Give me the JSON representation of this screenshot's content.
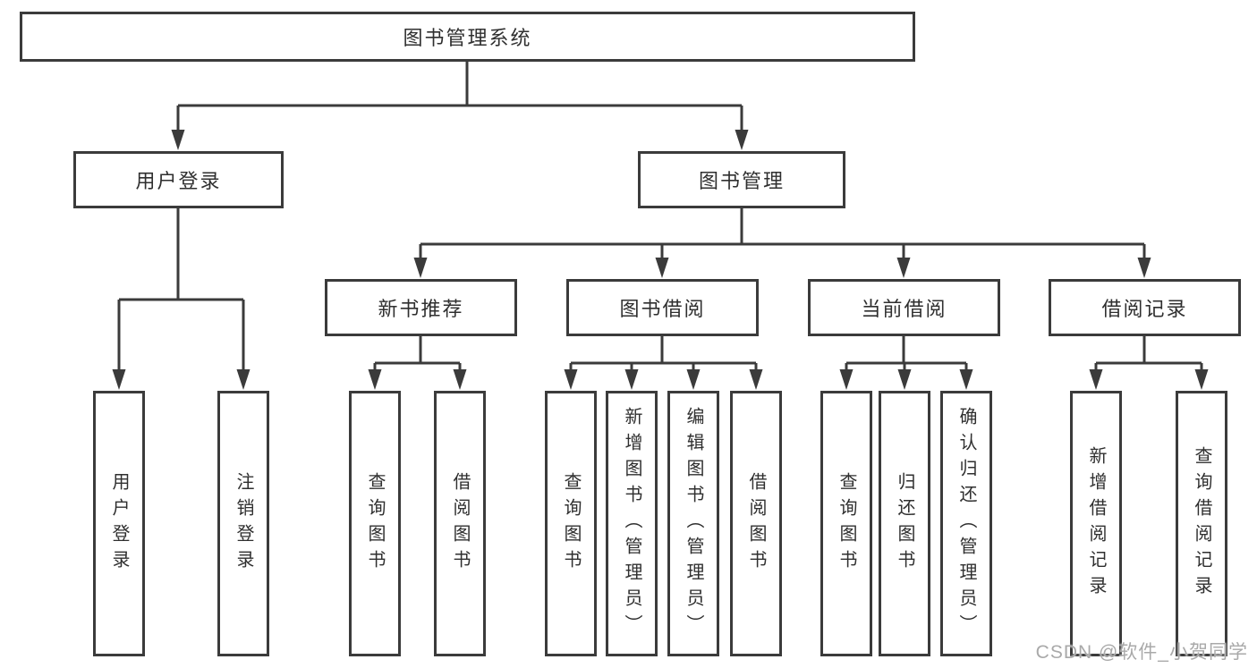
{
  "diagram": {
    "root": {
      "label": "图书管理系统",
      "children": [
        {
          "label": "用户登录",
          "children": [
            {
              "label": "用户登录"
            },
            {
              "label": "注销登录"
            }
          ]
        },
        {
          "label": "图书管理",
          "children": [
            {
              "label": "新书推荐",
              "children": [
                {
                  "label": "查询图书"
                },
                {
                  "label": "借阅图书"
                }
              ]
            },
            {
              "label": "图书借阅",
              "children": [
                {
                  "label": "查询图书"
                },
                {
                  "label": "新增图书（管理员）"
                },
                {
                  "label": "编辑图书（管理员）"
                },
                {
                  "label": "借阅图书"
                }
              ]
            },
            {
              "label": "当前借阅",
              "children": [
                {
                  "label": "查询图书"
                },
                {
                  "label": "归还图书"
                },
                {
                  "label": "确认归还（管理员）"
                }
              ]
            },
            {
              "label": "借阅记录",
              "children": [
                {
                  "label": "新增借阅记录"
                },
                {
                  "label": "查询借阅记录"
                }
              ]
            }
          ]
        }
      ]
    },
    "colors": {
      "line": "#3b3b3b",
      "text": "#2f2f2f",
      "watermark": "#a9a9a9",
      "background": "#ffffff"
    }
  },
  "watermark": "CSDN @软件_小贺同学"
}
